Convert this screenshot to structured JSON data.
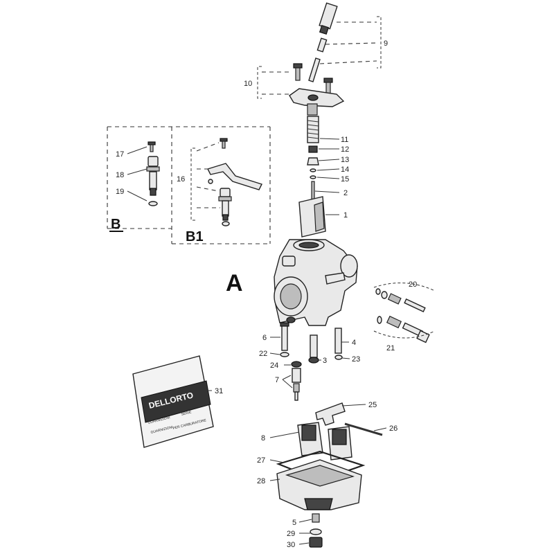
{
  "callouts": [
    "1",
    "2",
    "3",
    "4",
    "5",
    "6",
    "7",
    "8",
    "9",
    "10",
    "11",
    "12",
    "13",
    "14",
    "15",
    "16",
    "17",
    "18",
    "19",
    "20",
    "21",
    "22",
    "23",
    "24",
    "25",
    "26",
    "27",
    "28",
    "29",
    "30",
    "31"
  ],
  "sections": {
    "main": "A",
    "detail_b": "B",
    "detail_b1": "B1"
  },
  "bag": {
    "brand": "DELLORTO",
    "line1": "GUARNIZIONI",
    "line2": "SERIE",
    "line3": "GUARNIZIONI",
    "line4": "PER CARBURATORE"
  }
}
